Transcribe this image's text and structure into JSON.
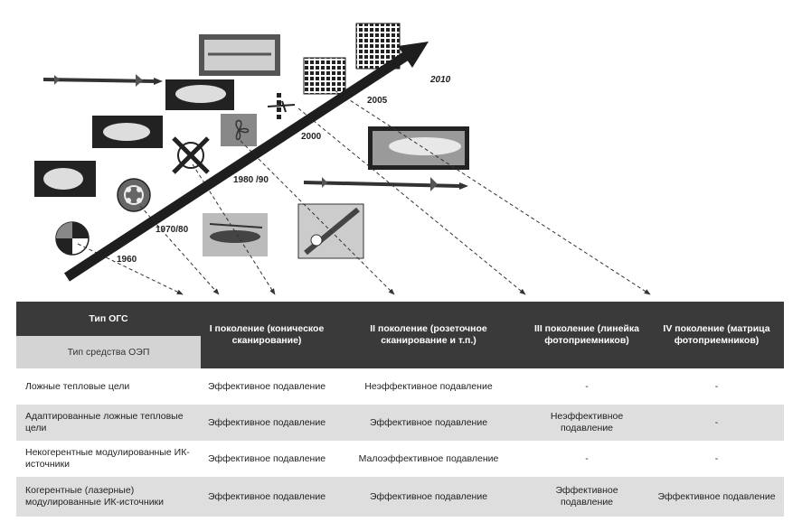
{
  "timeline": {
    "years": [
      "1960",
      "1970/80",
      "1980 /90",
      "2000",
      "2005",
      "2010"
    ]
  },
  "table": {
    "header": {
      "ogs_type": "Тип ОГС",
      "oep_type": "Тип средства ОЭП",
      "generations": [
        "I поколение (коническое сканирование)",
        "II поколение (розеточное сканирование и т.п.)",
        "III поколение (линейка фотоприемников)",
        "IV поколение (матрица фотоприемников)"
      ]
    },
    "rows": [
      {
        "label": "Ложные тепловые цели",
        "cells": [
          "Эффективное подавление",
          "Неэффективное подавление",
          "-",
          "-"
        ]
      },
      {
        "label": "Адаптированные ложные тепловые цели",
        "cells": [
          "Эффективное подавление",
          "Эффективное подавление",
          "Неэффективное подавление",
          "-"
        ]
      },
      {
        "label": "Некогерентные модулированные ИК-источники",
        "cells": [
          "Эффективное подавление",
          "Малоэффективное подавление",
          "-",
          "-"
        ]
      },
      {
        "label": "Когерентные (лазерные) модулированные ИК-источники",
        "cells": [
          "Эффективное подавление",
          "Эффективное подавление",
          "Эффективное подавление",
          "Эффективное подавление"
        ]
      }
    ]
  }
}
